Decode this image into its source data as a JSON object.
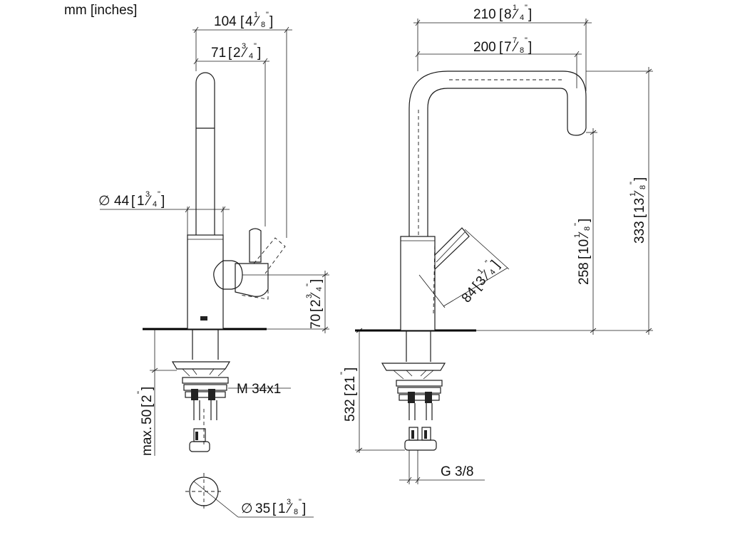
{
  "units_label": "mm [inches]",
  "side_view": {
    "dim_width_total": {
      "mm": "104",
      "inch": "4",
      "num": "1",
      "den": "8",
      "quote": "\""
    },
    "dim_spout_offset": {
      "mm": "71",
      "inch": "2",
      "num": "3",
      "den": "4",
      "quote": "\""
    },
    "dim_diameter": {
      "sym": "∅",
      "mm": "44",
      "inch": "1",
      "num": "3",
      "den": "4",
      "quote": "\""
    },
    "dim_lever_height": {
      "mm": "70",
      "inch": "2",
      "num": "3",
      "den": "4",
      "quote": "\""
    },
    "dim_max_thickness": {
      "prefix": "max.",
      "mm": "50",
      "inch": "2",
      "quote": "\""
    },
    "thread_label": "M 34x1",
    "dim_hole": {
      "sym": "∅",
      "mm": "35",
      "inch": "1",
      "num": "3",
      "den": "8",
      "quote": "\""
    }
  },
  "front_view": {
    "dim_reach_outer": {
      "mm": "210",
      "inch": "8",
      "num": "1",
      "den": "4",
      "quote": "\""
    },
    "dim_reach_inner": {
      "mm": "200",
      "inch": "7",
      "num": "7",
      "den": "8",
      "quote": "\""
    },
    "dim_total_height": {
      "mm": "333",
      "inch": "13",
      "num": "1",
      "den": "8",
      "quote": "\""
    },
    "dim_spout_height": {
      "mm": "258",
      "inch": "10",
      "num": "1",
      "den": "8",
      "quote": "\""
    },
    "dim_lever_length": {
      "mm": "84",
      "inch": "3",
      "num": "1",
      "den": "4",
      "quote": "\""
    },
    "dim_hose_length": {
      "mm": "532",
      "inch": "21",
      "quote": "\""
    },
    "connection_label": "G 3/8"
  }
}
